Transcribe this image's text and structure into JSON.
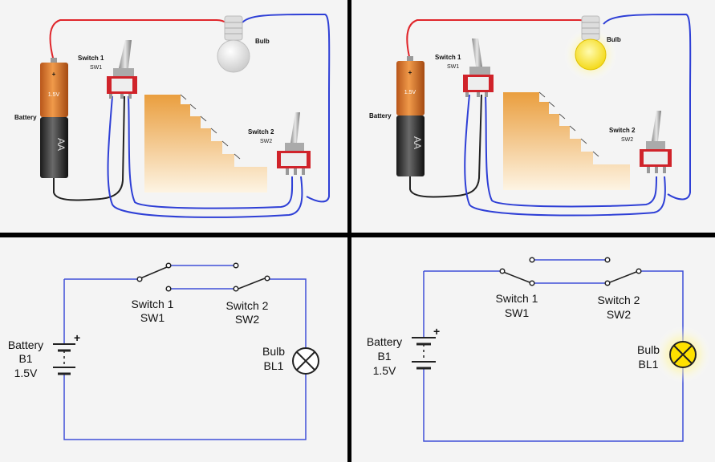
{
  "panels": {
    "top_left": {
      "battery": {
        "label": "Battery",
        "voltage": "1.5V",
        "type": "AA",
        "plus": "+"
      },
      "switch1": {
        "name": "Switch 1",
        "id": "SW1"
      },
      "switch2": {
        "name": "Switch 2",
        "id": "SW2"
      },
      "bulb": {
        "label": "Bulb",
        "lit": false
      }
    },
    "top_right": {
      "battery": {
        "label": "Battery",
        "voltage": "1.5V",
        "type": "AA",
        "plus": "+"
      },
      "switch1": {
        "name": "Switch 1",
        "id": "SW1"
      },
      "switch2": {
        "name": "Switch 2",
        "id": "SW2"
      },
      "bulb": {
        "label": "Bulb",
        "lit": true
      }
    },
    "bottom_left": {
      "battery": {
        "label": "Battery",
        "id": "B1",
        "voltage": "1.5V",
        "plus": "+"
      },
      "switch1": {
        "name": "Switch 1",
        "id": "SW1"
      },
      "switch2": {
        "name": "Switch 2",
        "id": "SW2"
      },
      "bulb": {
        "label": "Bulb",
        "id": "BL1",
        "lit": false
      }
    },
    "bottom_right": {
      "battery": {
        "label": "Battery",
        "id": "B1",
        "voltage": "1.5V",
        "plus": "+"
      },
      "switch1": {
        "name": "Switch 1",
        "id": "SW1"
      },
      "switch2": {
        "name": "Switch 2",
        "id": "SW2"
      },
      "bulb": {
        "label": "Bulb",
        "id": "BL1",
        "lit": true
      }
    }
  },
  "colors": {
    "wire_red": "#e0262b",
    "wire_blue": "#2e3fd6",
    "wire_black": "#222222",
    "schematic_wire": "#3f4fd8",
    "battery_orange": "#e07a2e",
    "stairs": "#f0a83c",
    "bulb_lit": "#ffe100",
    "bulb_off": "#e6e6e6",
    "switch_red": "#d0232a"
  }
}
